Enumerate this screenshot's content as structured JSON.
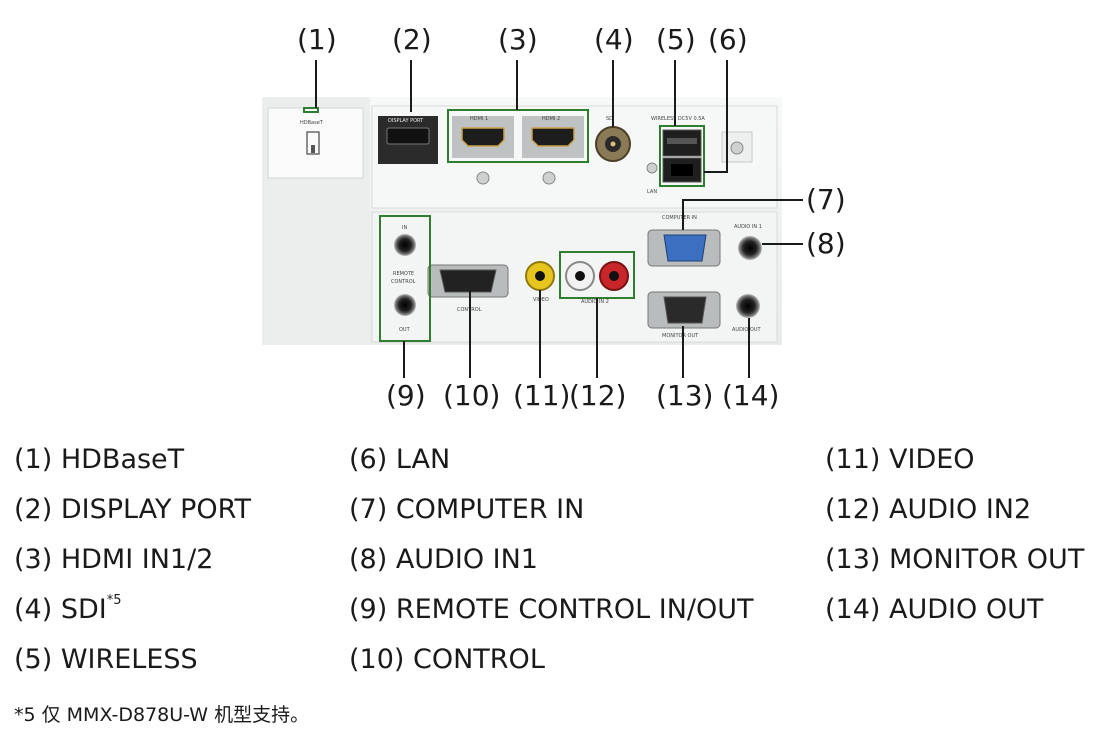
{
  "callouts": {
    "c1": "(1)",
    "c2": "(2)",
    "c3": "(3)",
    "c4": "(4)",
    "c5": "(5)",
    "c6": "(6)",
    "c7": "(7)",
    "c8": "(8)",
    "c9": "(9)",
    "c10": "(10)",
    "c11": "(11)",
    "c12": "(12)",
    "c13": "(13)",
    "c14": "(14)"
  },
  "panel_labels": {
    "hdbaset": "HDBaseT",
    "display_port": "DISPLAY PORT",
    "hdmi1": "HDMI 1",
    "hdmi2": "HDMI 2",
    "sdi": "SDI",
    "wireless": "WIRELESS DC5V 0.5A",
    "lan": "LAN",
    "computer_in": "COMPUTER IN",
    "audio_in1": "AUDIO IN 1",
    "remote_in": "IN",
    "remote_control": "REMOTE",
    "remote_control2": "CONTROL",
    "remote_out": "OUT",
    "control": "CONTROL",
    "video": "VIDEO",
    "audio_in2": "AUDIO IN 2",
    "monitor_out": "MONITOR OUT",
    "audio_out": "AUDIO OUT"
  },
  "legend": {
    "col1": [
      "(1) HDBaseT",
      "(2) DISPLAY PORT",
      "(3) HDMI IN1/2",
      "(4) SDI",
      "(5) WIRELESS"
    ],
    "sdi_sup": "*5",
    "col2": [
      "(6) LAN",
      "(7) COMPUTER IN",
      "(8) AUDIO IN1",
      "(9) REMOTE CONTROL IN/OUT",
      "(10) CONTROL"
    ],
    "col3": [
      "(11) VIDEO",
      "(12) AUDIO IN2",
      "(13) MONITOR OUT",
      "(14) AUDIO OUT"
    ]
  },
  "footnote": "*5 仅 MMX-D878U-W 机型支持。",
  "colors": {
    "highlight_box": "#2f7d2f",
    "leader_line": "#1a1a1a",
    "panel": "#f2f3f3"
  }
}
